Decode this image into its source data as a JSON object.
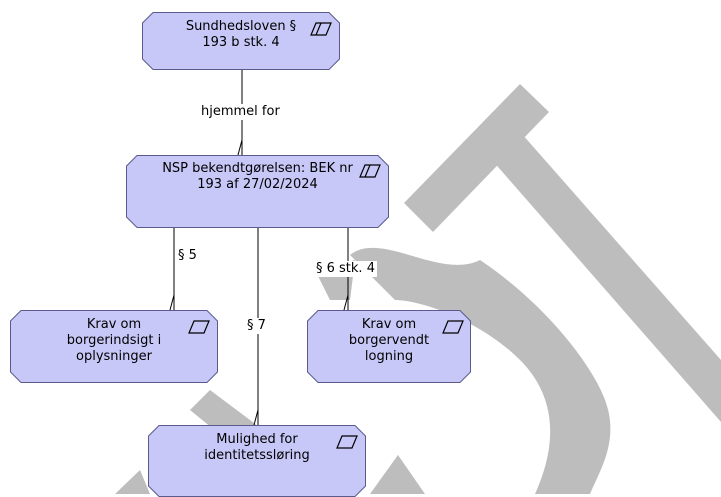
{
  "colors": {
    "node_fill": "#c8c8f8",
    "node_stroke": "#5a5a8c",
    "watermark": "#bdbdbd",
    "edge": "#000000"
  },
  "nodes": {
    "sundhedsloven": {
      "label": "Sundhedsloven §\n193 b stk. 4",
      "icon": "parallelogram-icon"
    },
    "nsp": {
      "label": "NSP bekendtgørelsen: BEK nr\n193 af 27/02/2024",
      "icon": "parallelogram-icon"
    },
    "krav_borgerindsigt": {
      "label": "Krav om\nborgerindsigt i\noplysninger",
      "icon": "parallelogram-icon"
    },
    "krav_borgervendt": {
      "label": "Krav om\nborgervendt\nlogning",
      "icon": "parallelogram-icon"
    },
    "mulighed": {
      "label": "Mulighed for\nidentitetssløring",
      "icon": "parallelogram-icon"
    }
  },
  "edges": {
    "hjemmel": {
      "label": "hjemmel for"
    },
    "p5": {
      "label": "§ 5"
    },
    "p7": {
      "label": "§ 7"
    },
    "p6": {
      "label": "§ 6 stk. 4"
    }
  }
}
